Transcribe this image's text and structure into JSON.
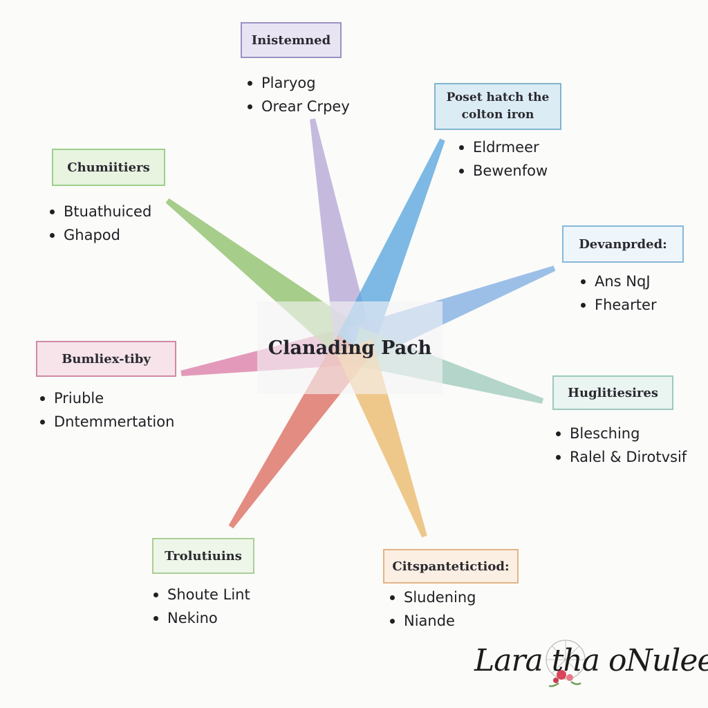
{
  "center": {
    "title": "Clanading Pach"
  },
  "nodes": [
    {
      "key": "top",
      "label": "Inistemned",
      "bullets": [
        "Plaryog",
        "Orear Crpey"
      ],
      "color": "#b6a8d6",
      "border": "#9b90c4",
      "fill": "#e9e4f3"
    },
    {
      "key": "top-right",
      "label": "Poset hatch the colton iron",
      "bullets": [
        "Eldrmeer",
        "Bewenfow"
      ],
      "color": "#5aa6de",
      "border": "#7fb4cf",
      "fill": "#dcecf4"
    },
    {
      "key": "right-upper",
      "label": "Devanprded:",
      "bullets": [
        "Ans NqJ",
        "Fhearter"
      ],
      "color": "#82aee3",
      "border": "#86b8d8",
      "fill": "#eef5fb"
    },
    {
      "key": "right-lower",
      "label": "Huglitiesires",
      "bullets": [
        "Blesching",
        "Ralel & Dirotvsif"
      ],
      "color": "#9fcbbd",
      "border": "#9cc9bf",
      "fill": "#eaf4f1"
    },
    {
      "key": "bottom-right",
      "label": "Citspantetictiod:",
      "bullets": [
        "Sludening",
        "Niande"
      ],
      "color": "#eab86a",
      "border": "#e1b487",
      "fill": "#fbeee2"
    },
    {
      "key": "bottom-left",
      "label": "Trolutiuins",
      "bullets": [
        "Shoute Lint",
        "Nekino"
      ],
      "color": "#dc6d60",
      "border": "#a9cf95",
      "fill": "#eef6e9"
    },
    {
      "key": "left",
      "label": "Bumliex-tiby",
      "bullets": [
        "Priuble",
        "Dntemmertation"
      ],
      "color": "#dd7fa8",
      "border": "#cf8aa6",
      "fill": "#f6e4ea"
    },
    {
      "key": "left-upper",
      "label": "Chumiitiers",
      "bullets": [
        "Btuathuiced",
        "Ghapod"
      ],
      "color": "#8ec06a",
      "border": "#9ccf8a",
      "fill": "#e8f3e0"
    }
  ],
  "signature": {
    "text": "Lara tha oNulee"
  }
}
